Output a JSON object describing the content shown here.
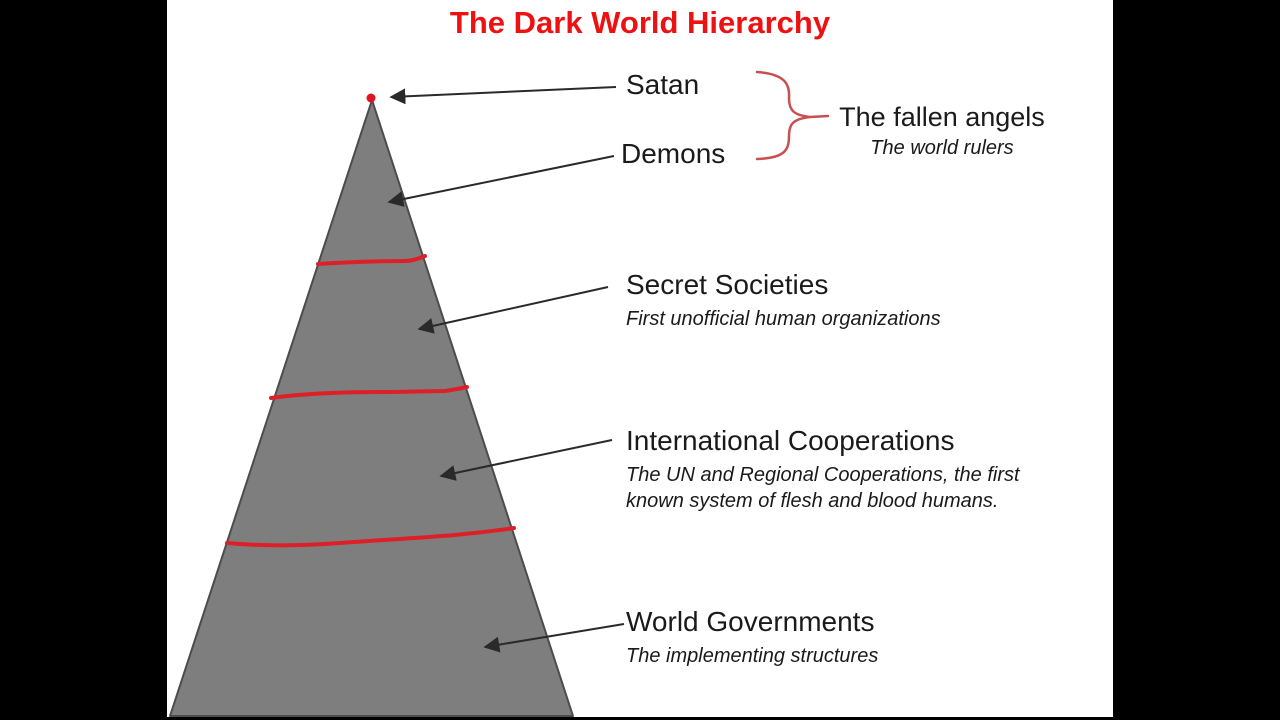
{
  "title": "The Dark World Hierarchy",
  "pyramid": {
    "type": "hierarchy-pyramid",
    "levels": [
      {
        "name": "Satan",
        "description": ""
      },
      {
        "name": "Demons",
        "description": ""
      },
      {
        "name": "Secret Societies",
        "description": "First unofficial human organizations"
      },
      {
        "name": "International Cooperations",
        "description": "The UN and Regional Cooperations, the first known system of flesh and blood humans."
      },
      {
        "name": "World Governments",
        "description": "The implementing structures"
      }
    ]
  },
  "group_annotation": {
    "label": "The fallen angels",
    "sublabel": "The world rulers",
    "members": [
      "Satan",
      "Demons"
    ]
  },
  "colors": {
    "title_red": "#ee1111",
    "divider_red": "#dd2027",
    "brace_red": "#c85050",
    "apex_dot_red": "#dd1522",
    "pyramid_fill": "#7e7e7e",
    "pyramid_stroke": "#4c4c4c",
    "arrow_black": "#2a2a2a",
    "text_black": "#1a1a1a",
    "letterbox_black": "#000000",
    "canvas_white": "#ffffff"
  }
}
